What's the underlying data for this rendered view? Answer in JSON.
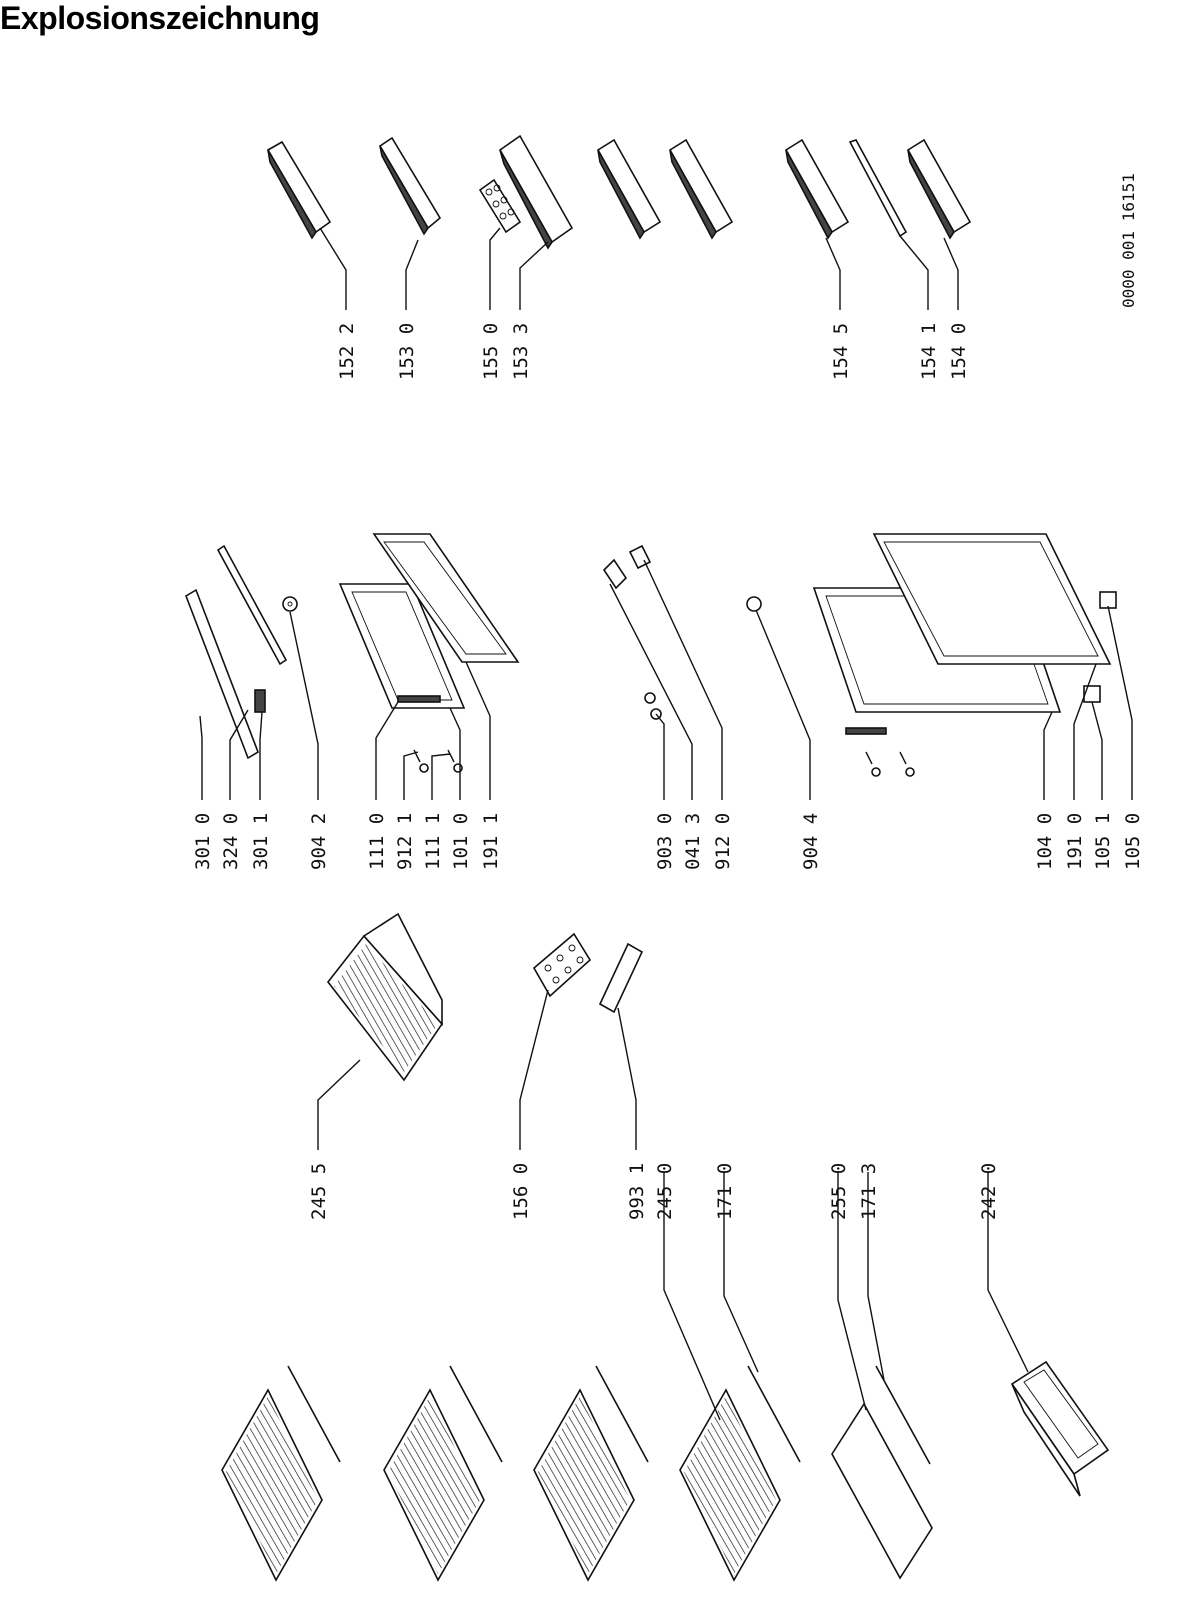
{
  "title": "Explosionszeichnung",
  "colors": {
    "ink": "#111111",
    "background": "#ffffff"
  },
  "drawing_number": "0000 001 16151",
  "labels": [
    {
      "id": "l1",
      "text": "152 2"
    },
    {
      "id": "l2",
      "text": "153 0"
    },
    {
      "id": "l3",
      "text": "155 0"
    },
    {
      "id": "l4",
      "text": "153 3"
    },
    {
      "id": "l5",
      "text": "154 5"
    },
    {
      "id": "l6",
      "text": "154 1"
    },
    {
      "id": "l7",
      "text": "154 0"
    },
    {
      "id": "l8",
      "text": "301 0"
    },
    {
      "id": "l9",
      "text": "324 0"
    },
    {
      "id": "l10",
      "text": "301 1"
    },
    {
      "id": "l11",
      "text": "904 2"
    },
    {
      "id": "l12",
      "text": "111 0"
    },
    {
      "id": "l13",
      "text": "912 1"
    },
    {
      "id": "l14",
      "text": "111 1"
    },
    {
      "id": "l15",
      "text": "101 0"
    },
    {
      "id": "l16",
      "text": "191 1"
    },
    {
      "id": "l17",
      "text": "903 0"
    },
    {
      "id": "l18",
      "text": "041 3"
    },
    {
      "id": "l19",
      "text": "912 0"
    },
    {
      "id": "l20",
      "text": "904 4"
    },
    {
      "id": "l21",
      "text": "104 0"
    },
    {
      "id": "l22",
      "text": "191 0"
    },
    {
      "id": "l23",
      "text": "105 1"
    },
    {
      "id": "l24",
      "text": "105 0"
    },
    {
      "id": "l25",
      "text": "245 5"
    },
    {
      "id": "l26",
      "text": "156 0"
    },
    {
      "id": "l27",
      "text": "993 1"
    },
    {
      "id": "l28",
      "text": "245 0"
    },
    {
      "id": "l29",
      "text": "171 0"
    },
    {
      "id": "l30",
      "text": "255 0"
    },
    {
      "id": "l31",
      "text": "171 3"
    },
    {
      "id": "l32",
      "text": "242 0"
    }
  ]
}
